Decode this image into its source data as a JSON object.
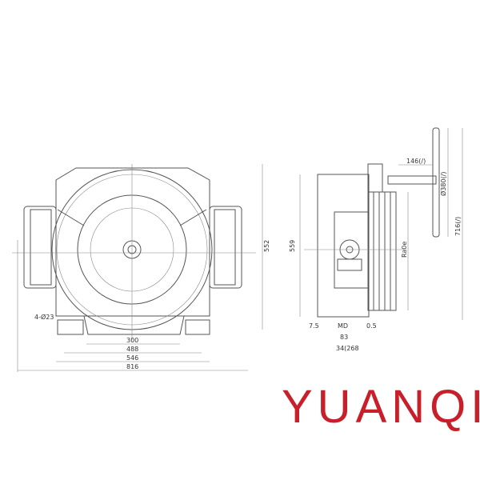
{
  "logo": "YUANQI",
  "colors": {
    "logo": "#c8202a",
    "line": "#555555"
  },
  "front_view": {
    "hole_spec": "4-Ø23",
    "dims": [
      "300",
      "488",
      "546",
      "816"
    ],
    "height": "552"
  },
  "side_view": {
    "height": "559",
    "shaft_len": "146(/)",
    "wheel_dia": "Ø380(/)",
    "total_height": "716(/)",
    "rope_label": "Ra0e",
    "bottom_dims": [
      "7.5",
      "MD",
      "0.5",
      "83",
      "34(268"
    ]
  }
}
